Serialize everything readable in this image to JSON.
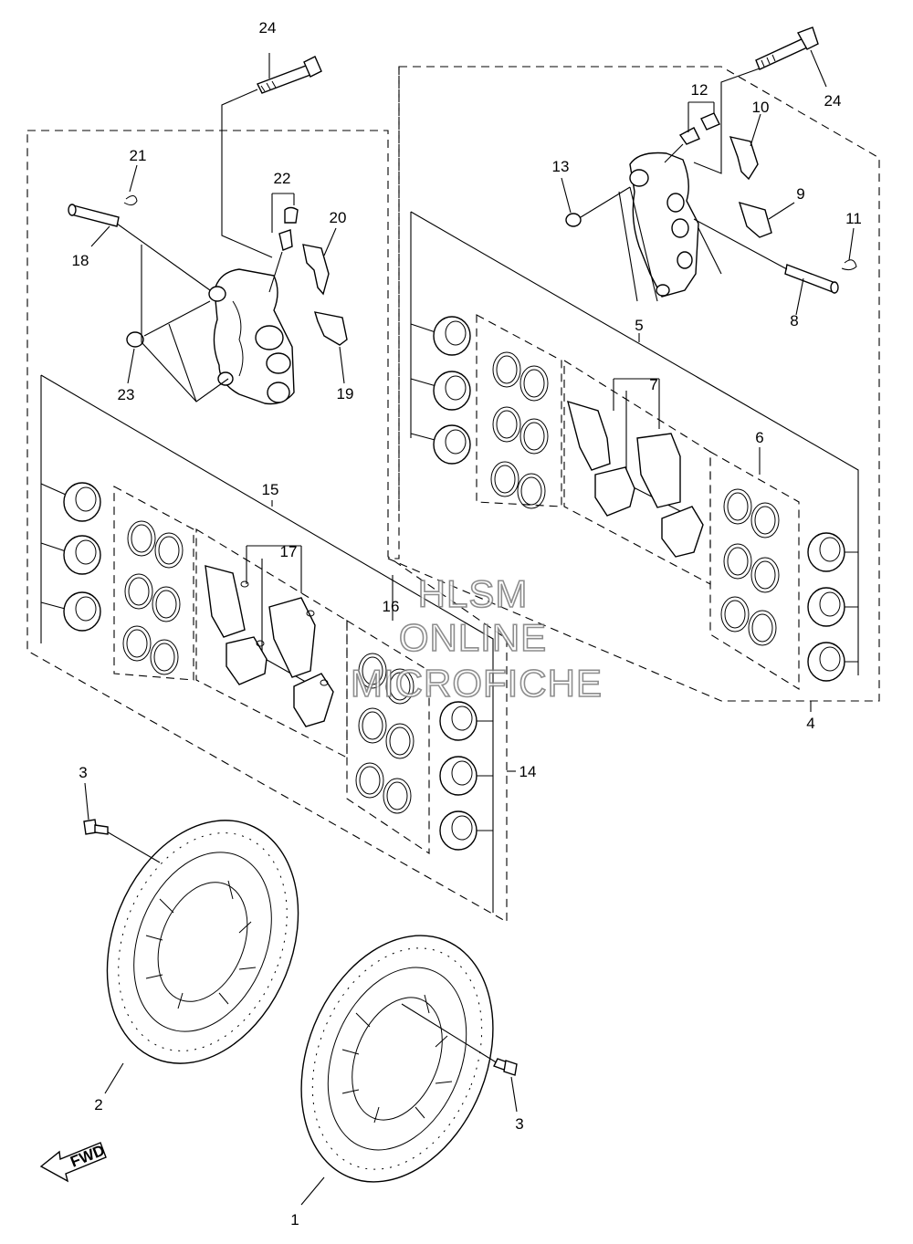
{
  "callouts": {
    "c1": "1",
    "c2": "2",
    "c3a": "3",
    "c3b": "3",
    "c4": "4",
    "c5": "5",
    "c6": "6",
    "c7": "7",
    "c8": "8",
    "c9": "9",
    "c10": "10",
    "c11": "11",
    "c12": "12",
    "c13": "13",
    "c14": "14",
    "c15": "15",
    "c16": "16",
    "c17": "17",
    "c18": "18",
    "c19": "19",
    "c20": "20",
    "c21": "21",
    "c22": "22",
    "c23": "23",
    "c24a": "24",
    "c24b": "24"
  },
  "watermark": {
    "line1": "HLSM",
    "line2": "ONLINE",
    "line3": "MICROFICHE"
  },
  "fwd_label": "FWD"
}
